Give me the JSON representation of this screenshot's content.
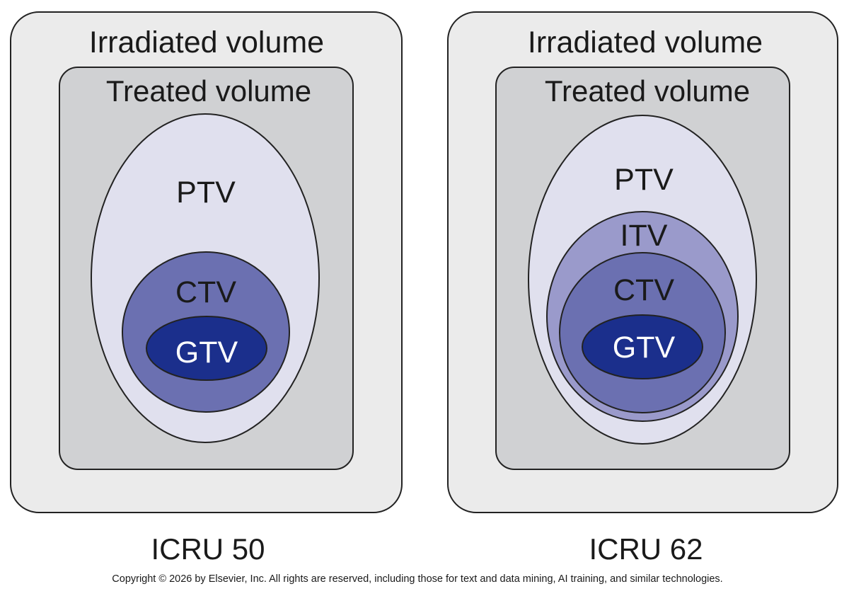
{
  "colors": {
    "irradiated_fill": "#ebebeb",
    "treated_fill": "#d0d1d3",
    "ptv_fill": "#e0e0ee",
    "itv_fill": "#9a9acb",
    "ctv_fill": "#6b70b1",
    "gtv_fill": "#1b2f8c",
    "outline": "#222222"
  },
  "panels": [
    {
      "irradiated_label": "Irradiated volume",
      "treated_label": "Treated volume",
      "ptv_label": "PTV",
      "ctv_label": "CTV",
      "gtv_label": "GTV",
      "caption": "ICRU 50"
    },
    {
      "irradiated_label": "Irradiated volume",
      "treated_label": "Treated volume",
      "ptv_label": "PTV",
      "itv_label": "ITV",
      "ctv_label": "CTV",
      "gtv_label": "GTV",
      "caption": "ICRU 62"
    }
  ],
  "copyright": "Copyright © 2026 by Elsevier, Inc. All rights are reserved, including those for text and data mining, AI training, and similar technologies."
}
